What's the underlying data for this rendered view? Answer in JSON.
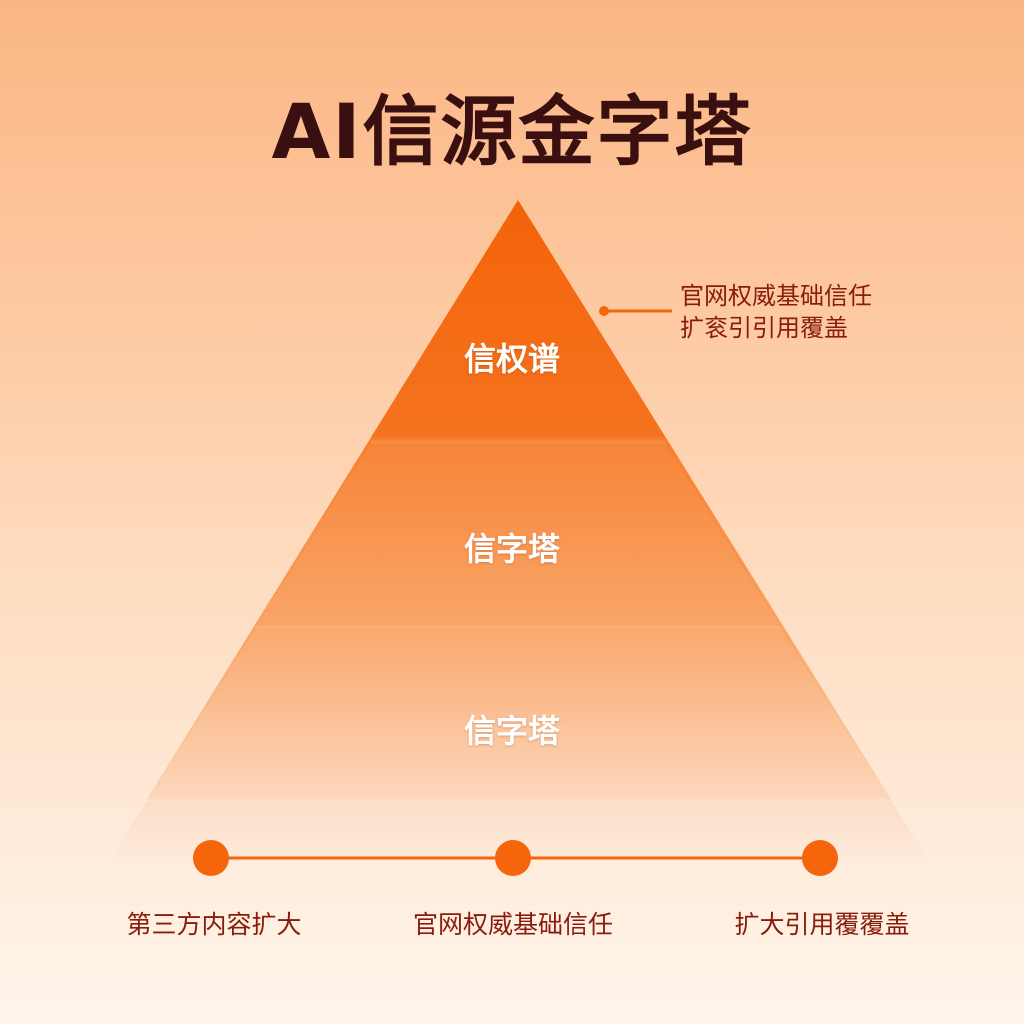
{
  "title": "AI信源金字塔",
  "layers": [
    {
      "label": "信权谱"
    },
    {
      "label": "信字塔"
    },
    {
      "label": "信字塔"
    }
  ],
  "callout": {
    "line1": "官网权威基础信任",
    "line2": "扩衮引引用覆盖"
  },
  "timeline": {
    "points": [
      {
        "label": "第三方内容扩大"
      },
      {
        "label": "官网权威基础信任"
      },
      {
        "label": "扩大引用覆覆盖"
      }
    ]
  },
  "colors": {
    "accent": "#f4650c",
    "apex": "#f56a0a",
    "base": "#fde6d3",
    "title_text": "#3a0f0f",
    "label_text": "#8a1c0c"
  }
}
